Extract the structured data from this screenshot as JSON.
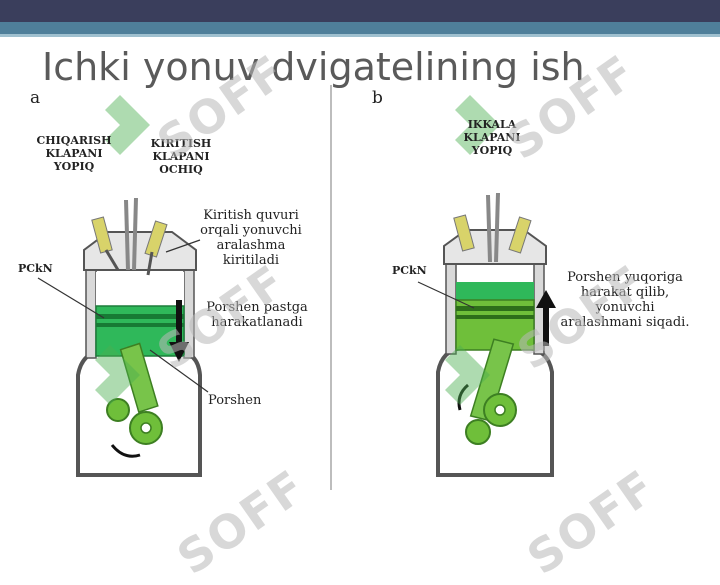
{
  "slide": {
    "title": "Ichki yonuv dvigatelining ish",
    "colors": {
      "topbar": "#3a3e5c",
      "accent": "#4f7f9a",
      "gas": "#2fb85a",
      "piston": "#6fbf3a"
    }
  },
  "panel_a": {
    "letter": "a",
    "exhaust_valve_label": "CHIQARISH\nKLAPANI\nYOPIQ",
    "intake_valve_label": "KIRITISH\nKLAPANI\nOCHIQ",
    "intake_note": "Kiritish quvuri\norqali yonuvchi\naralashma\nkiritiladi",
    "cylinder_label": "PCkN",
    "motion_note": "Porshen pastga\nharakatlanadi",
    "piston_label": "Porshen"
  },
  "panel_b": {
    "letter": "b",
    "valves_label": "IKKALA\nKLAPANI\nYOPIQ",
    "cylinder_label": "PCkN",
    "motion_note": "Porshen yuqoriga\nharakat qilib,\nyonuvchi\naralashmani siqadi."
  },
  "watermark": {
    "text": "SOFF"
  }
}
